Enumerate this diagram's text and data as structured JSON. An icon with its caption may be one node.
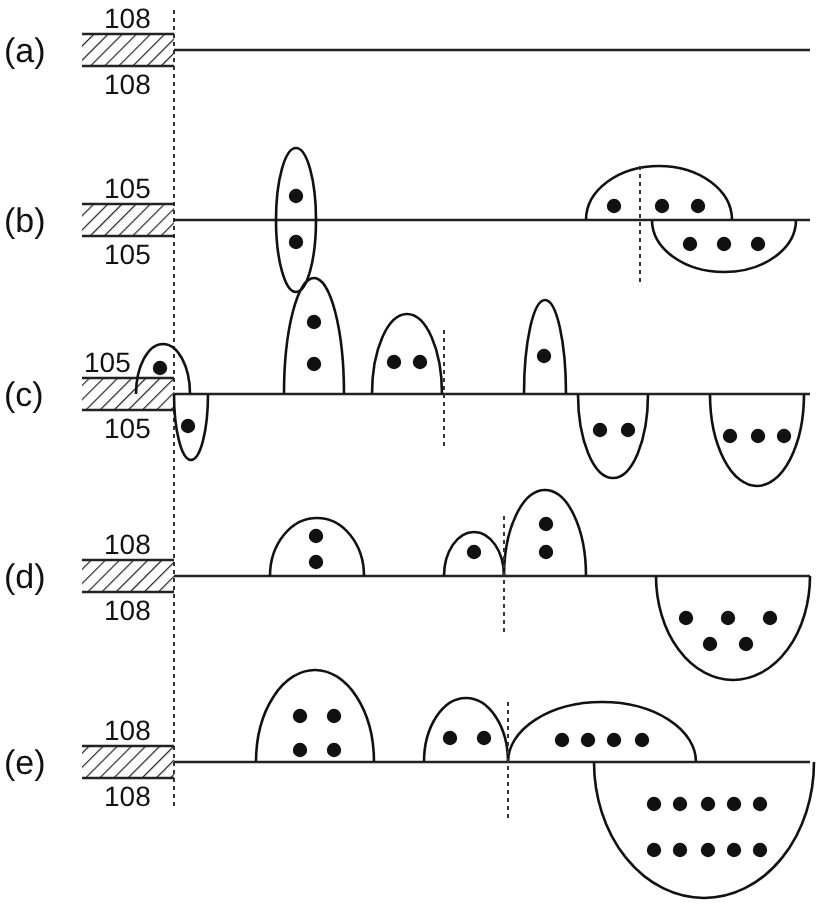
{
  "diagram": {
    "labels": [
      "108",
      "(a)",
      "108",
      "105",
      "(b)",
      "105",
      "105",
      "(c)",
      "105",
      "108",
      "(d)",
      "108",
      "108",
      "(e)",
      "108"
    ]
  }
}
